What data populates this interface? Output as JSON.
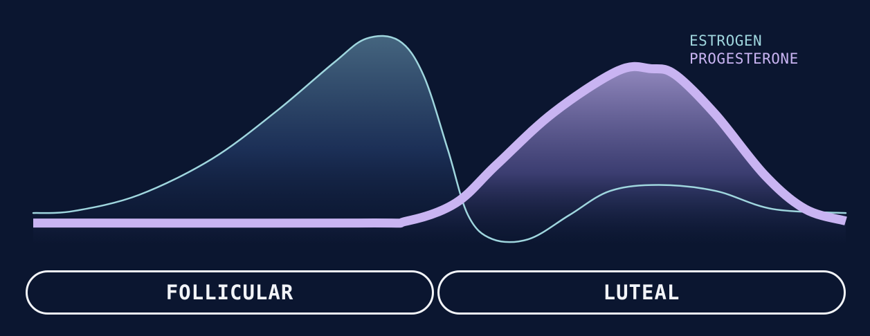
{
  "colors": {
    "background": "#0b1630",
    "estrogen": "#9fd6de",
    "progesterone": "#c9b4f2",
    "pill_border": "#f2f4f8"
  },
  "legend": {
    "estrogen_label": "ESTROGEN",
    "progesterone_label": "PROGESTERONE"
  },
  "phases": {
    "follicular_label": "FOLLICULAR",
    "luteal_label": "LUTEAL"
  },
  "chart_data": {
    "type": "line",
    "x_range": [
      0,
      1
    ],
    "y_range": [
      0,
      1
    ],
    "series": [
      {
        "name": "ESTROGEN",
        "points": [
          [
            0.0,
            0.11
          ],
          [
            0.05,
            0.12
          ],
          [
            0.13,
            0.2
          ],
          [
            0.22,
            0.38
          ],
          [
            0.3,
            0.62
          ],
          [
            0.37,
            0.86
          ],
          [
            0.41,
            0.98
          ],
          [
            0.45,
            0.97
          ],
          [
            0.48,
            0.8
          ],
          [
            0.51,
            0.43
          ],
          [
            0.535,
            0.1
          ],
          [
            0.565,
            -0.02
          ],
          [
            0.61,
            -0.02
          ],
          [
            0.66,
            0.1
          ],
          [
            0.71,
            0.22
          ],
          [
            0.77,
            0.25
          ],
          [
            0.84,
            0.22
          ],
          [
            0.91,
            0.13
          ],
          [
            1.0,
            0.11
          ]
        ]
      },
      {
        "name": "PROGESTERONE",
        "points": [
          [
            0.0,
            0.06
          ],
          [
            0.4,
            0.06
          ],
          [
            0.46,
            0.07
          ],
          [
            0.52,
            0.16
          ],
          [
            0.57,
            0.35
          ],
          [
            0.64,
            0.61
          ],
          [
            0.72,
            0.82
          ],
          [
            0.76,
            0.83
          ],
          [
            0.79,
            0.8
          ],
          [
            0.84,
            0.6
          ],
          [
            0.9,
            0.3
          ],
          [
            0.95,
            0.13
          ],
          [
            1.0,
            0.07
          ]
        ]
      }
    ]
  }
}
